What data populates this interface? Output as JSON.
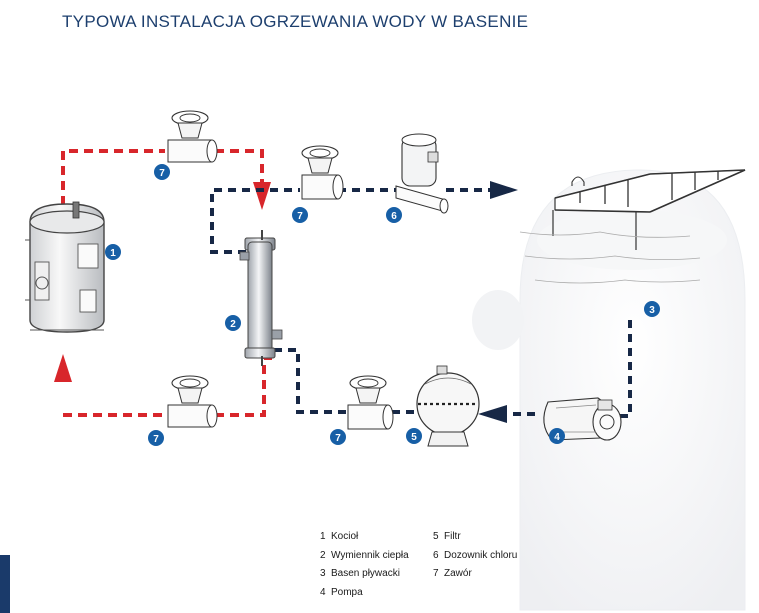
{
  "title": "TYPOWA INSTALACJA OGRZEWANIA WODY W BASENIE",
  "colors": {
    "hot_loop": "#d8262b",
    "cold_loop": "#172846",
    "badge": "#175fa6",
    "title": "#1d3f6e"
  },
  "badges": {
    "boiler": "1",
    "heat_exchanger": "2",
    "pool": "3",
    "pump": "4",
    "filter": "5",
    "chlorinator": "6",
    "valve": "7"
  },
  "legend": [
    {
      "num": "1",
      "label": "Kocioł"
    },
    {
      "num": "2",
      "label": "Wymiennik ciepła"
    },
    {
      "num": "3",
      "label": "Basen pływacki"
    },
    {
      "num": "4",
      "label": "Pompa"
    },
    {
      "num": "5",
      "label": "Filtr"
    },
    {
      "num": "6",
      "label": "Dozownik chloru"
    },
    {
      "num": "7",
      "label": "Zawór"
    }
  ]
}
